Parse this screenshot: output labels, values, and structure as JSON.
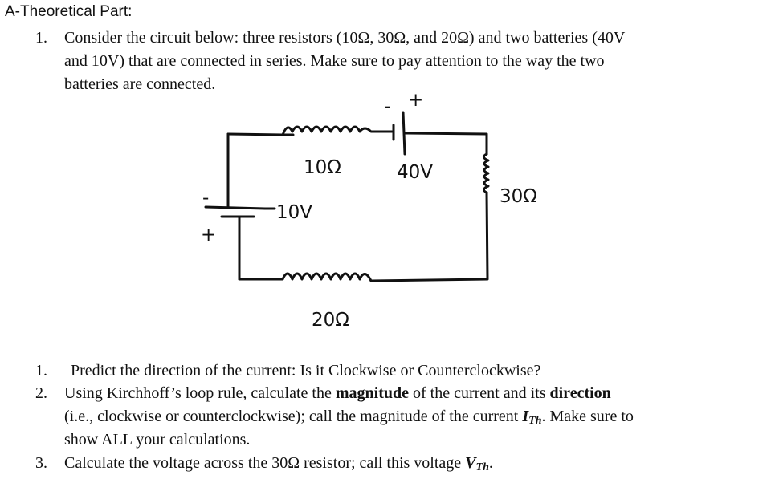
{
  "heading": {
    "prefix": "A-",
    "title": "Theoretical Part:"
  },
  "intro": {
    "number": "1.",
    "line1": "Consider the circuit below: three resistors (10Ω, 30Ω, and 20Ω) and two batteries (40V",
    "line2": "and 10V) that are connected in series. Make sure to pay attention to the way the two",
    "line3": "batteries are connected."
  },
  "circuit": {
    "r1_label": "10Ω",
    "battery1_label": "40V",
    "battery1_minus": "-",
    "battery1_plus": "+",
    "r2_label": "30Ω",
    "battery2_label": "10V",
    "battery2_minus": "-",
    "battery2_plus": "+",
    "r3_label": "20Ω"
  },
  "questions": [
    {
      "number": "1.",
      "line1": "Predict the direction of the current: Is it Clockwise or Counterclockwise?"
    },
    {
      "number": "2.",
      "l1_a": "Using Kirchhoff’s loop rule, calculate the ",
      "l1_b": "magnitude",
      "l1_c": " of the current and its ",
      "l1_d": "direction",
      "l2_a": "(i.e., clockwise or counterclockwise); call the magnitude of the current ",
      "l2_var": "I",
      "l2_sub": "Th",
      "l2_b": ". Make sure to",
      "l3": "show ALL your calculations."
    },
    {
      "number": "3.",
      "l1_a": "Calculate the voltage across the 30Ω resistor; call this voltage ",
      "l1_var": "V",
      "l1_sub": "Th",
      "l1_b": "."
    }
  ]
}
